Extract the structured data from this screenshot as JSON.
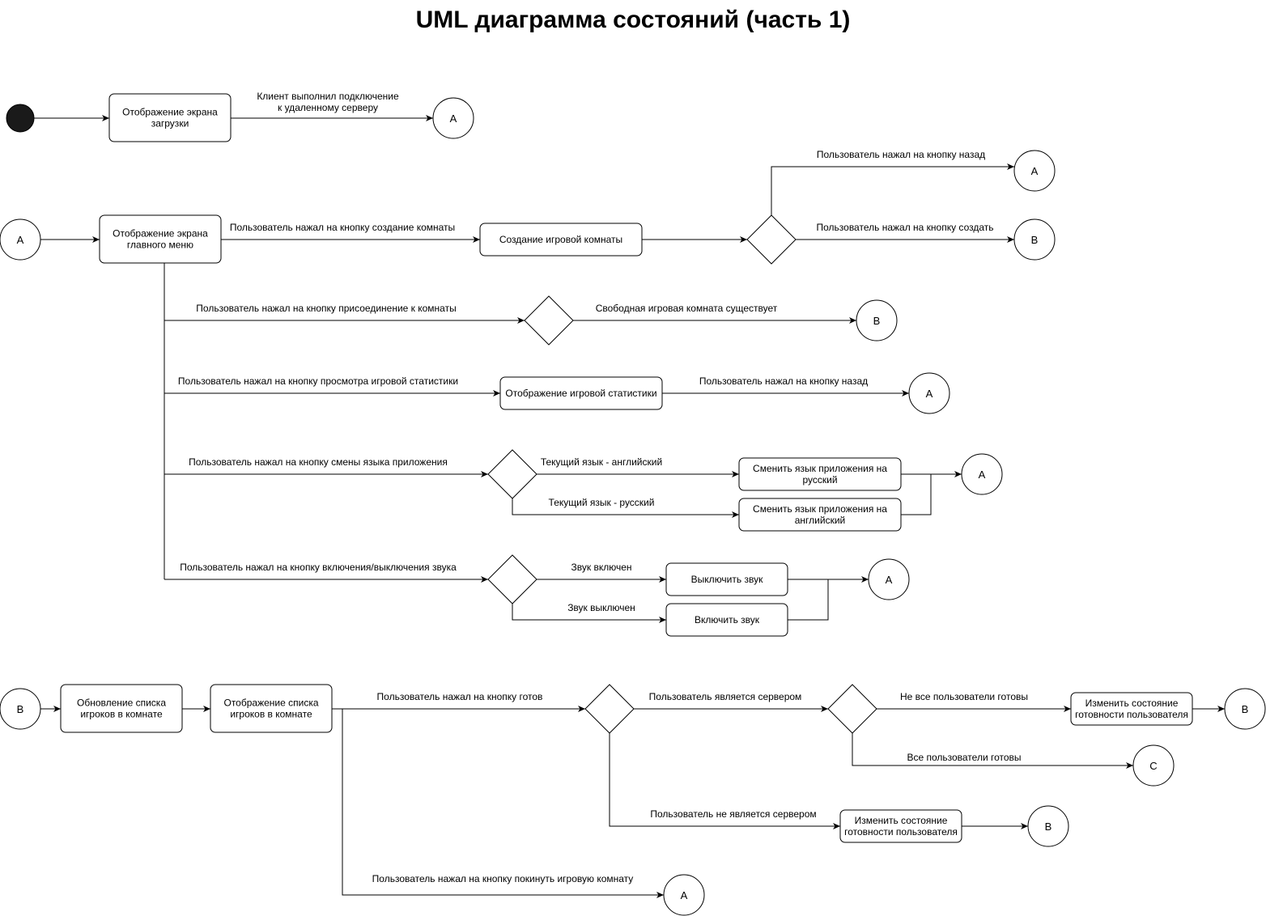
{
  "title": "UML диаграмма состояний (часть 1)",
  "states": {
    "loading": [
      "Отображение экрана",
      "загрузки"
    ],
    "main_menu": [
      "Отображение экрана",
      "главного меню"
    ],
    "create_room": [
      "Создание игровой комнаты"
    ],
    "stats": [
      "Отображение игровой статистики"
    ],
    "lang_ru": [
      "Сменить язык приложения на",
      "русский"
    ],
    "lang_en": [
      "Сменить язык приложения на",
      "английский"
    ],
    "sound_off": [
      "Выключить звук"
    ],
    "sound_on": [
      "Включить звук"
    ],
    "update_players": [
      "Обновление списка",
      "игроков в комнате"
    ],
    "show_players": [
      "Отображение списка",
      "игроков в комнате"
    ],
    "ready_state_1": [
      "Изменить состояние",
      "готовности пользователя"
    ],
    "ready_state_2": [
      "Изменить состояние",
      "готовности пользователя"
    ]
  },
  "connectors": {
    "A": "A",
    "B": "B",
    "C": "C"
  },
  "transitions": {
    "connected": [
      "Клиент выполнил подключение",
      "к удаленному серверу"
    ],
    "back_1": "Пользователь нажал на кнопку назад",
    "create": "Пользователь нажал на кнопку создать",
    "create_room": "Пользователь нажал на кнопку создание комнаты",
    "join_room": "Пользователь нажал на кнопку присоединение к комнаты",
    "free_room": "Свободная игровая комната существует",
    "view_stats": "Пользователь нажал на кнопку просмотра игровой статистики",
    "back_2": "Пользователь нажал на кнопку назад",
    "change_lang": "Пользователь нажал на кнопку смены языка приложения",
    "lang_is_en": "Текущий язык - английский",
    "lang_is_ru": "Текущий язык - русский",
    "toggle_sound": "Пользователь нажал на кнопку включения/выключения звука",
    "sound_is_on": "Звук включен",
    "sound_is_off": "Звук выключен",
    "ready": "Пользователь нажал на кнопку готов",
    "is_server": "Пользователь является сервером",
    "not_all_ready": "Не все пользователи готовы",
    "all_ready": "Все пользователи готовы",
    "not_server": "Пользователь не является сервером",
    "leave_room": "Пользователь нажал на кнопку покинуть игровую комнату"
  }
}
